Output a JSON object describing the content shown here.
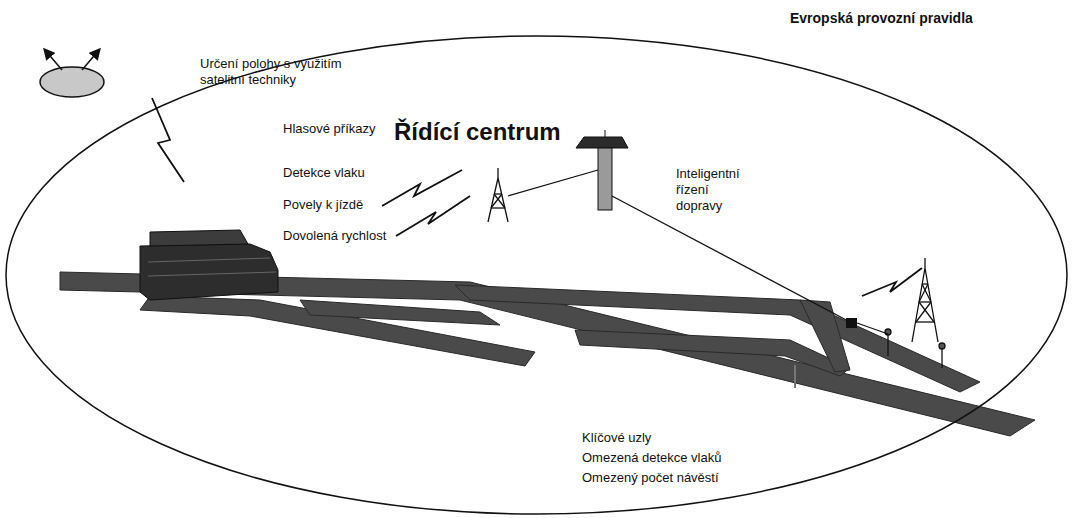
{
  "diagram": {
    "nodes": [
      {
        "text": [
          "Evropská provozní pravidla"
        ]
      }
    ],
    "labels": [
      "Určení polohy s využitím satelitní techniky",
      "Řídící centrum",
      "Hlasové příkazy",
      "Detekce vlaku",
      "Povely k jízdě",
      "Dovolená rychlost",
      "Inteligentní řízení dopravy",
      "Klíčové uzly",
      "Omezená detekce vlaků",
      "Omezený počet návěstí"
    ]
  }
}
